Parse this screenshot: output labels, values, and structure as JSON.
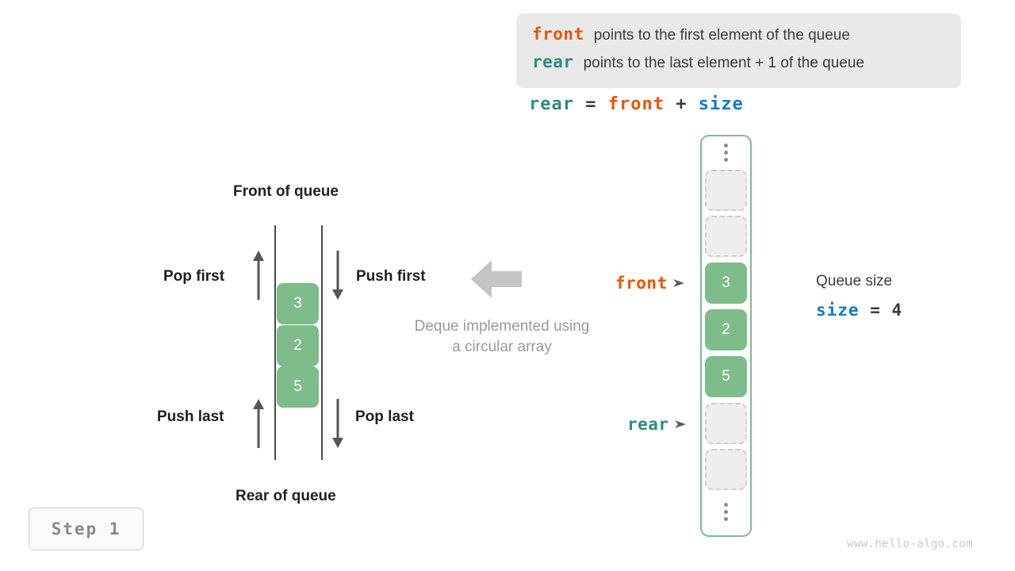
{
  "legend": {
    "lines": [
      {
        "key": "front",
        "key_color": "#ea5506",
        "text": "points to the first element of the queue"
      },
      {
        "key": "rear",
        "key_color": "#2e8b7d",
        "text": "points to the last element + 1 of the queue"
      }
    ]
  },
  "formula": {
    "lhs": "rear",
    "eq": "=",
    "rhs1": "front",
    "plus": "+",
    "rhs2": "size"
  },
  "deque_diagram": {
    "front_header": "Front of queue",
    "rear_header": "Rear of queue",
    "operations": {
      "pop_first": "Pop first",
      "push_first": "Push first",
      "push_last": "Push last",
      "pop_last": "Pop last"
    },
    "cells": [
      "3",
      "2",
      "5"
    ],
    "note_line1": "Deque implemented using",
    "note_line2": "a circular array"
  },
  "circular_array": {
    "slots": [
      {
        "kind": "dots",
        "value": ""
      },
      {
        "kind": "empty",
        "value": ""
      },
      {
        "kind": "empty",
        "value": ""
      },
      {
        "kind": "filled",
        "value": "3"
      },
      {
        "kind": "filled",
        "value": "2"
      },
      {
        "kind": "filled",
        "value": "5"
      },
      {
        "kind": "empty",
        "value": ""
      },
      {
        "kind": "empty",
        "value": ""
      },
      {
        "kind": "dots",
        "value": ""
      }
    ],
    "pointers": {
      "front_label": "front",
      "rear_label": "rear"
    }
  },
  "size_panel": {
    "title": "Queue size",
    "var_name": "size",
    "eq": "=",
    "value": "4"
  },
  "step_badge": {
    "label": "Step 1"
  },
  "watermark": {
    "text": "www.hello-algo.com"
  },
  "colors": {
    "front": "#ea5506",
    "rear": "#2e8b7d",
    "size": "#1479c9",
    "element_green": "#7fbc8c",
    "empty_gray": "#eeeeee",
    "legend_bg": "#e9e9e9"
  }
}
